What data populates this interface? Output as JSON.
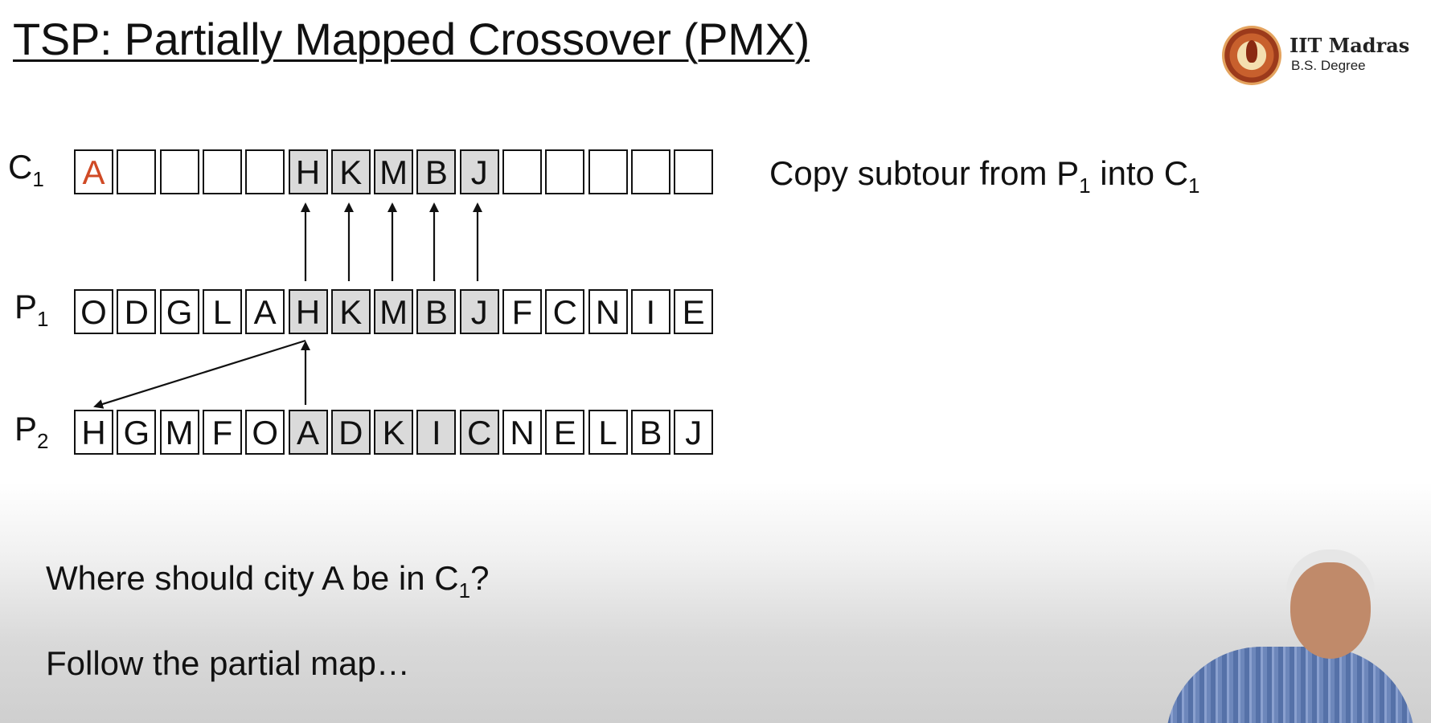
{
  "title": "TSP: Partially Mapped Crossover (PMX)",
  "logo": {
    "name": "IIT Madras",
    "subtitle": "B.S. Degree"
  },
  "rows": {
    "c1": {
      "label": "C",
      "sub": "1",
      "cells": [
        "A",
        "",
        "",
        "",
        "",
        "H",
        "K",
        "M",
        "B",
        "J",
        "",
        "",
        "",
        "",
        ""
      ]
    },
    "p1": {
      "label": "P",
      "sub": "1",
      "cells": [
        "O",
        "D",
        "G",
        "L",
        "A",
        "H",
        "K",
        "M",
        "B",
        "J",
        "F",
        "C",
        "N",
        "I",
        "E"
      ]
    },
    "p2": {
      "label": "P",
      "sub": "2",
      "cells": [
        "H",
        "G",
        "M",
        "F",
        "O",
        "A",
        "D",
        "K",
        "I",
        "C",
        "N",
        "E",
        "L",
        "B",
        "J"
      ]
    }
  },
  "right_note": {
    "text": "Copy subtour from P",
    "sub1": "1",
    "mid": " into C",
    "sub2": "1"
  },
  "question": {
    "text": "Where should city A be in C",
    "sub": "1",
    "end": "?"
  },
  "follow": "Follow the partial map…",
  "colors": {
    "highlight": "#dadada",
    "red_letter": "#d04a25"
  }
}
